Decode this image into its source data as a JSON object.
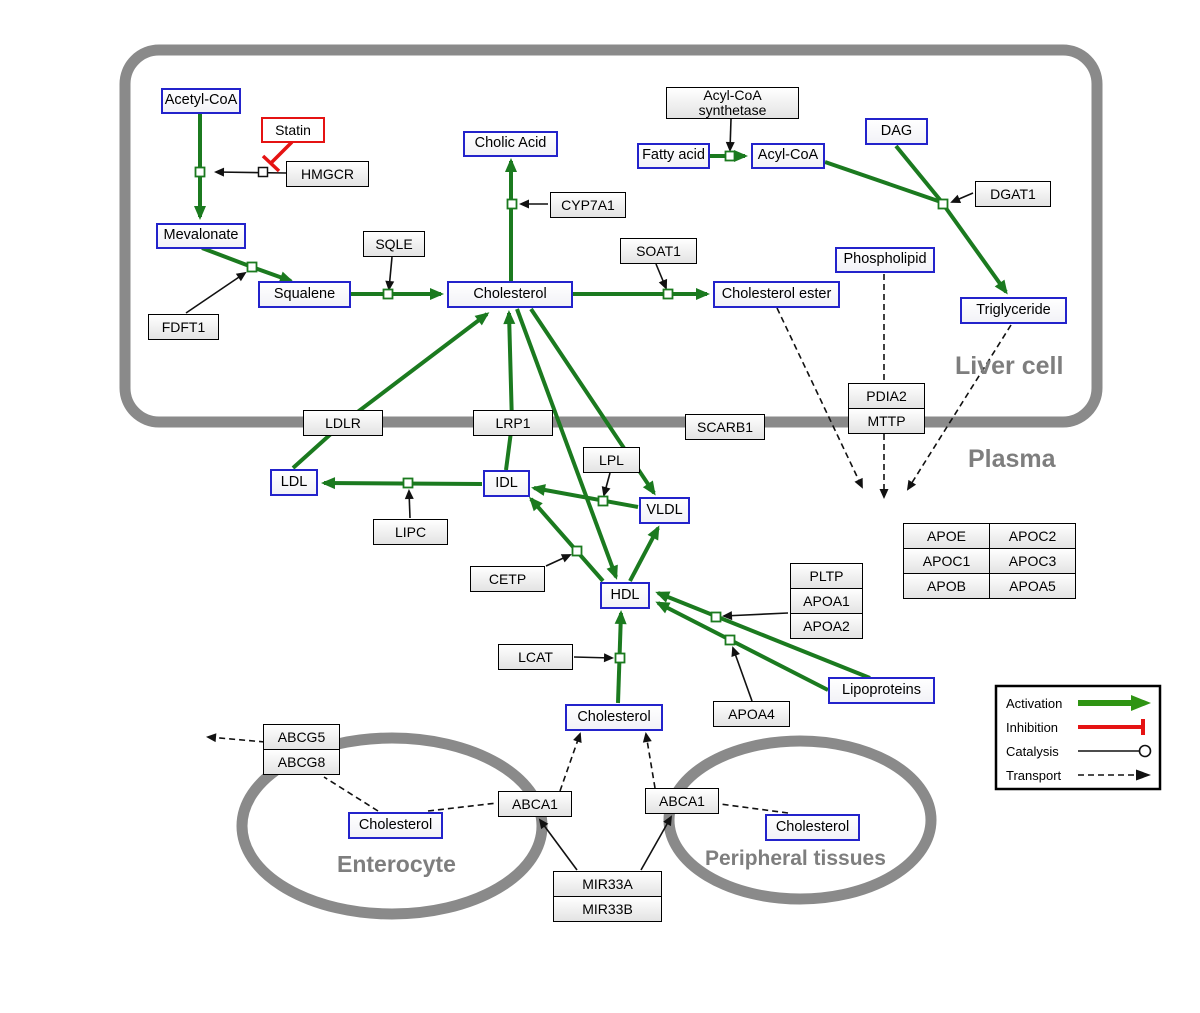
{
  "regions": {
    "liver": "Liver cell",
    "plasma": "Plasma",
    "enterocyte": "Enterocyte",
    "peripheral": "Peripheral tissues"
  },
  "metabolites": {
    "acetyl_coa": "Acetyl-CoA",
    "mevalonate": "Mevalonate",
    "squalene": "Squalene",
    "cholesterol_liver": "Cholesterol",
    "cholic_acid": "Cholic Acid",
    "fatty_acid": "Fatty acid",
    "acyl_coa": "Acyl-CoA",
    "dag": "DAG",
    "phospholipid": "Phospholipid",
    "cholesterol_ester": "Cholesterol ester",
    "triglyceride": "Triglyceride",
    "ldl": "LDL",
    "idl": "IDL",
    "vldl": "VLDL",
    "hdl": "HDL",
    "cholesterol_plasma": "Cholesterol",
    "lipoproteins": "Lipoproteins",
    "cholesterol_enterocyte": "Cholesterol",
    "cholesterol_peripheral": "Cholesterol"
  },
  "drugs": {
    "statin": "Statin"
  },
  "proteins": {
    "hmgcr": "HMGCR",
    "fdft1": "FDFT1",
    "sqle": "SQLE",
    "cyp7a1": "CYP7A1",
    "soat1": "SOAT1",
    "acs_line1": "Acyl-CoA",
    "acs_line2": "synthetase",
    "dgat1": "DGAT1",
    "ldlr": "LDLR",
    "lrp1": "LRP1",
    "scarb1": "SCARB1",
    "pdia2": "PDIA2",
    "mttp": "MTTP",
    "lpl": "LPL",
    "lipc": "LIPC",
    "cetp": "CETP",
    "lcat": "LCAT",
    "pltp": "PLTP",
    "apoa1": "APOA1",
    "apoa2": "APOA2",
    "apoa4": "APOA4",
    "abcg5": "ABCG5",
    "abcg8": "ABCG8",
    "abca1_enterocyte": "ABCA1",
    "abca1_peripheral": "ABCA1",
    "mir33a": "MIR33A",
    "mir33b": "MIR33B"
  },
  "apo_table": {
    "rows": [
      [
        "APOE",
        "APOC2"
      ],
      [
        "APOC1",
        "APOC3"
      ],
      [
        "APOB",
        "APOA5"
      ]
    ]
  },
  "legend": {
    "activation": "Activation",
    "inhibition": "Inhibition",
    "catalysis": "Catalysis",
    "transport": "Transport"
  },
  "colors": {
    "activation_green": "#1b7a1f",
    "legend_green": "#2f9413",
    "inhibition_red": "#e51313",
    "metabolite_blue": "#2323cb",
    "membrane_gray": "#8a8a8a"
  }
}
